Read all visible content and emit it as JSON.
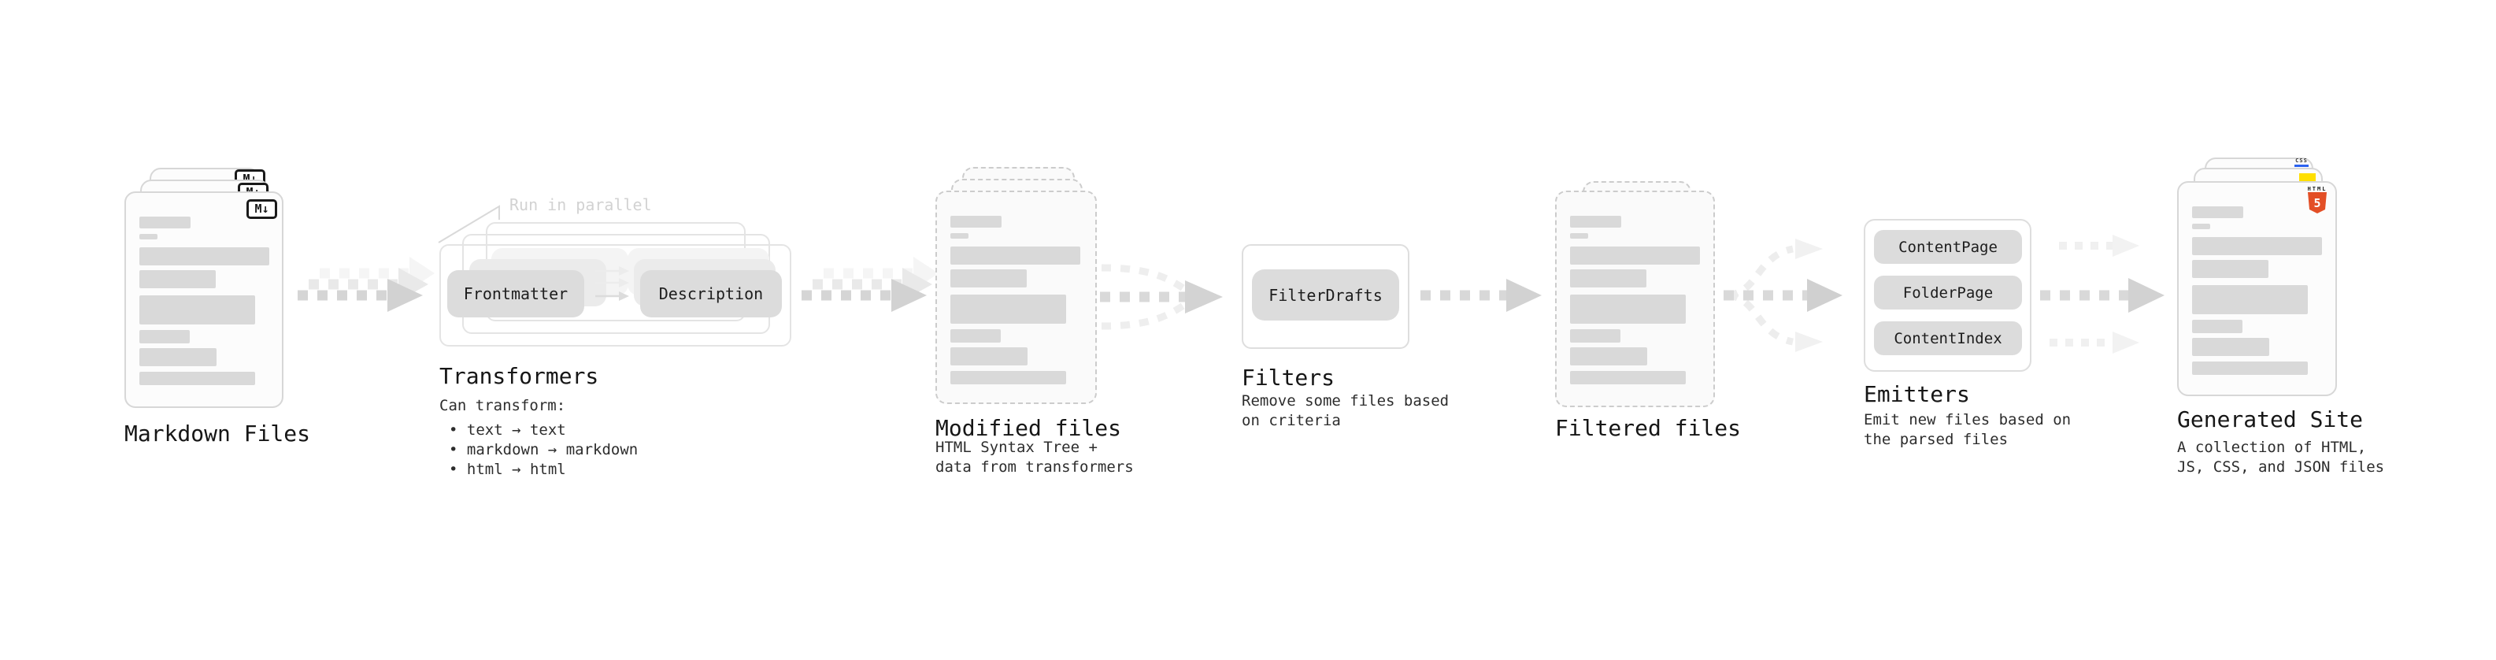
{
  "colors": {
    "html5_orange": "#e34f26",
    "js_yellow": "#ffdf00",
    "css_blue": "#2b62f0",
    "skeleton_gray": "#d9d9d9",
    "arrow_gray": "#d2d2d2"
  },
  "stages": {
    "markdown": {
      "title": "Markdown Files",
      "badge": "M↓"
    },
    "transformers": {
      "title": "Transformers",
      "note": "Run in parallel",
      "pill_left": "Frontmatter",
      "pill_right": "Description",
      "desc": "Can transform:",
      "bullets": [
        "• text → text",
        "• markdown → markdown",
        "• html → html"
      ]
    },
    "modified": {
      "title": "Modified files",
      "desc": "HTML Syntax Tree +\ndata from transformers"
    },
    "filters": {
      "title": "Filters",
      "pill": "FilterDrafts",
      "desc": "Remove some files based\non criteria"
    },
    "filtered": {
      "title": "Filtered files"
    },
    "emitters": {
      "title": "Emitters",
      "pills": [
        "ContentPage",
        "FolderPage",
        "ContentIndex"
      ],
      "desc": "Emit new files based on\nthe parsed files"
    },
    "generated": {
      "title": "Generated Site",
      "desc": "A collection of HTML,\nJS, CSS, and JSON files",
      "css_badge": "CSS",
      "html_badge_label": "HTML",
      "html_badge_number": "5"
    }
  }
}
